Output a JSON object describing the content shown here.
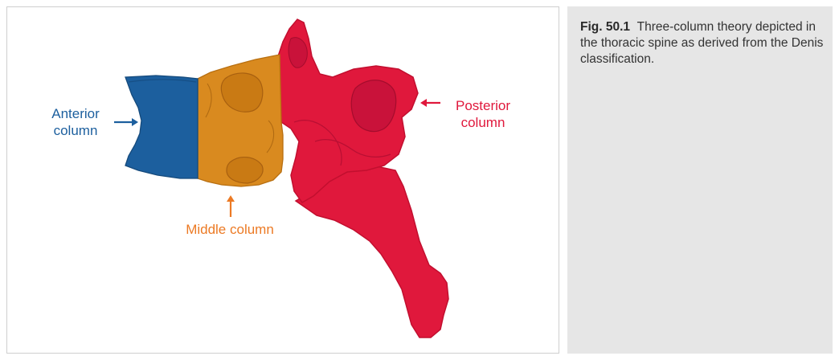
{
  "caption": {
    "fig_number": "Fig. 50.1",
    "text": "Three-column theory depicted in the thoracic spine as derived from the Denis classification."
  },
  "labels": {
    "anterior_line1": "Anterior",
    "anterior_line2": "column",
    "posterior_line1": "Posterior",
    "posterior_line2": "column",
    "middle": "Middle column"
  },
  "colors": {
    "anterior": "#1c5f9e",
    "middle": "#d98a1f",
    "posterior": "#e0183c",
    "caption_panel": "#e6e6e6"
  },
  "icons": [
    "arrow-right-icon",
    "arrow-left-icon",
    "arrow-up-icon"
  ]
}
